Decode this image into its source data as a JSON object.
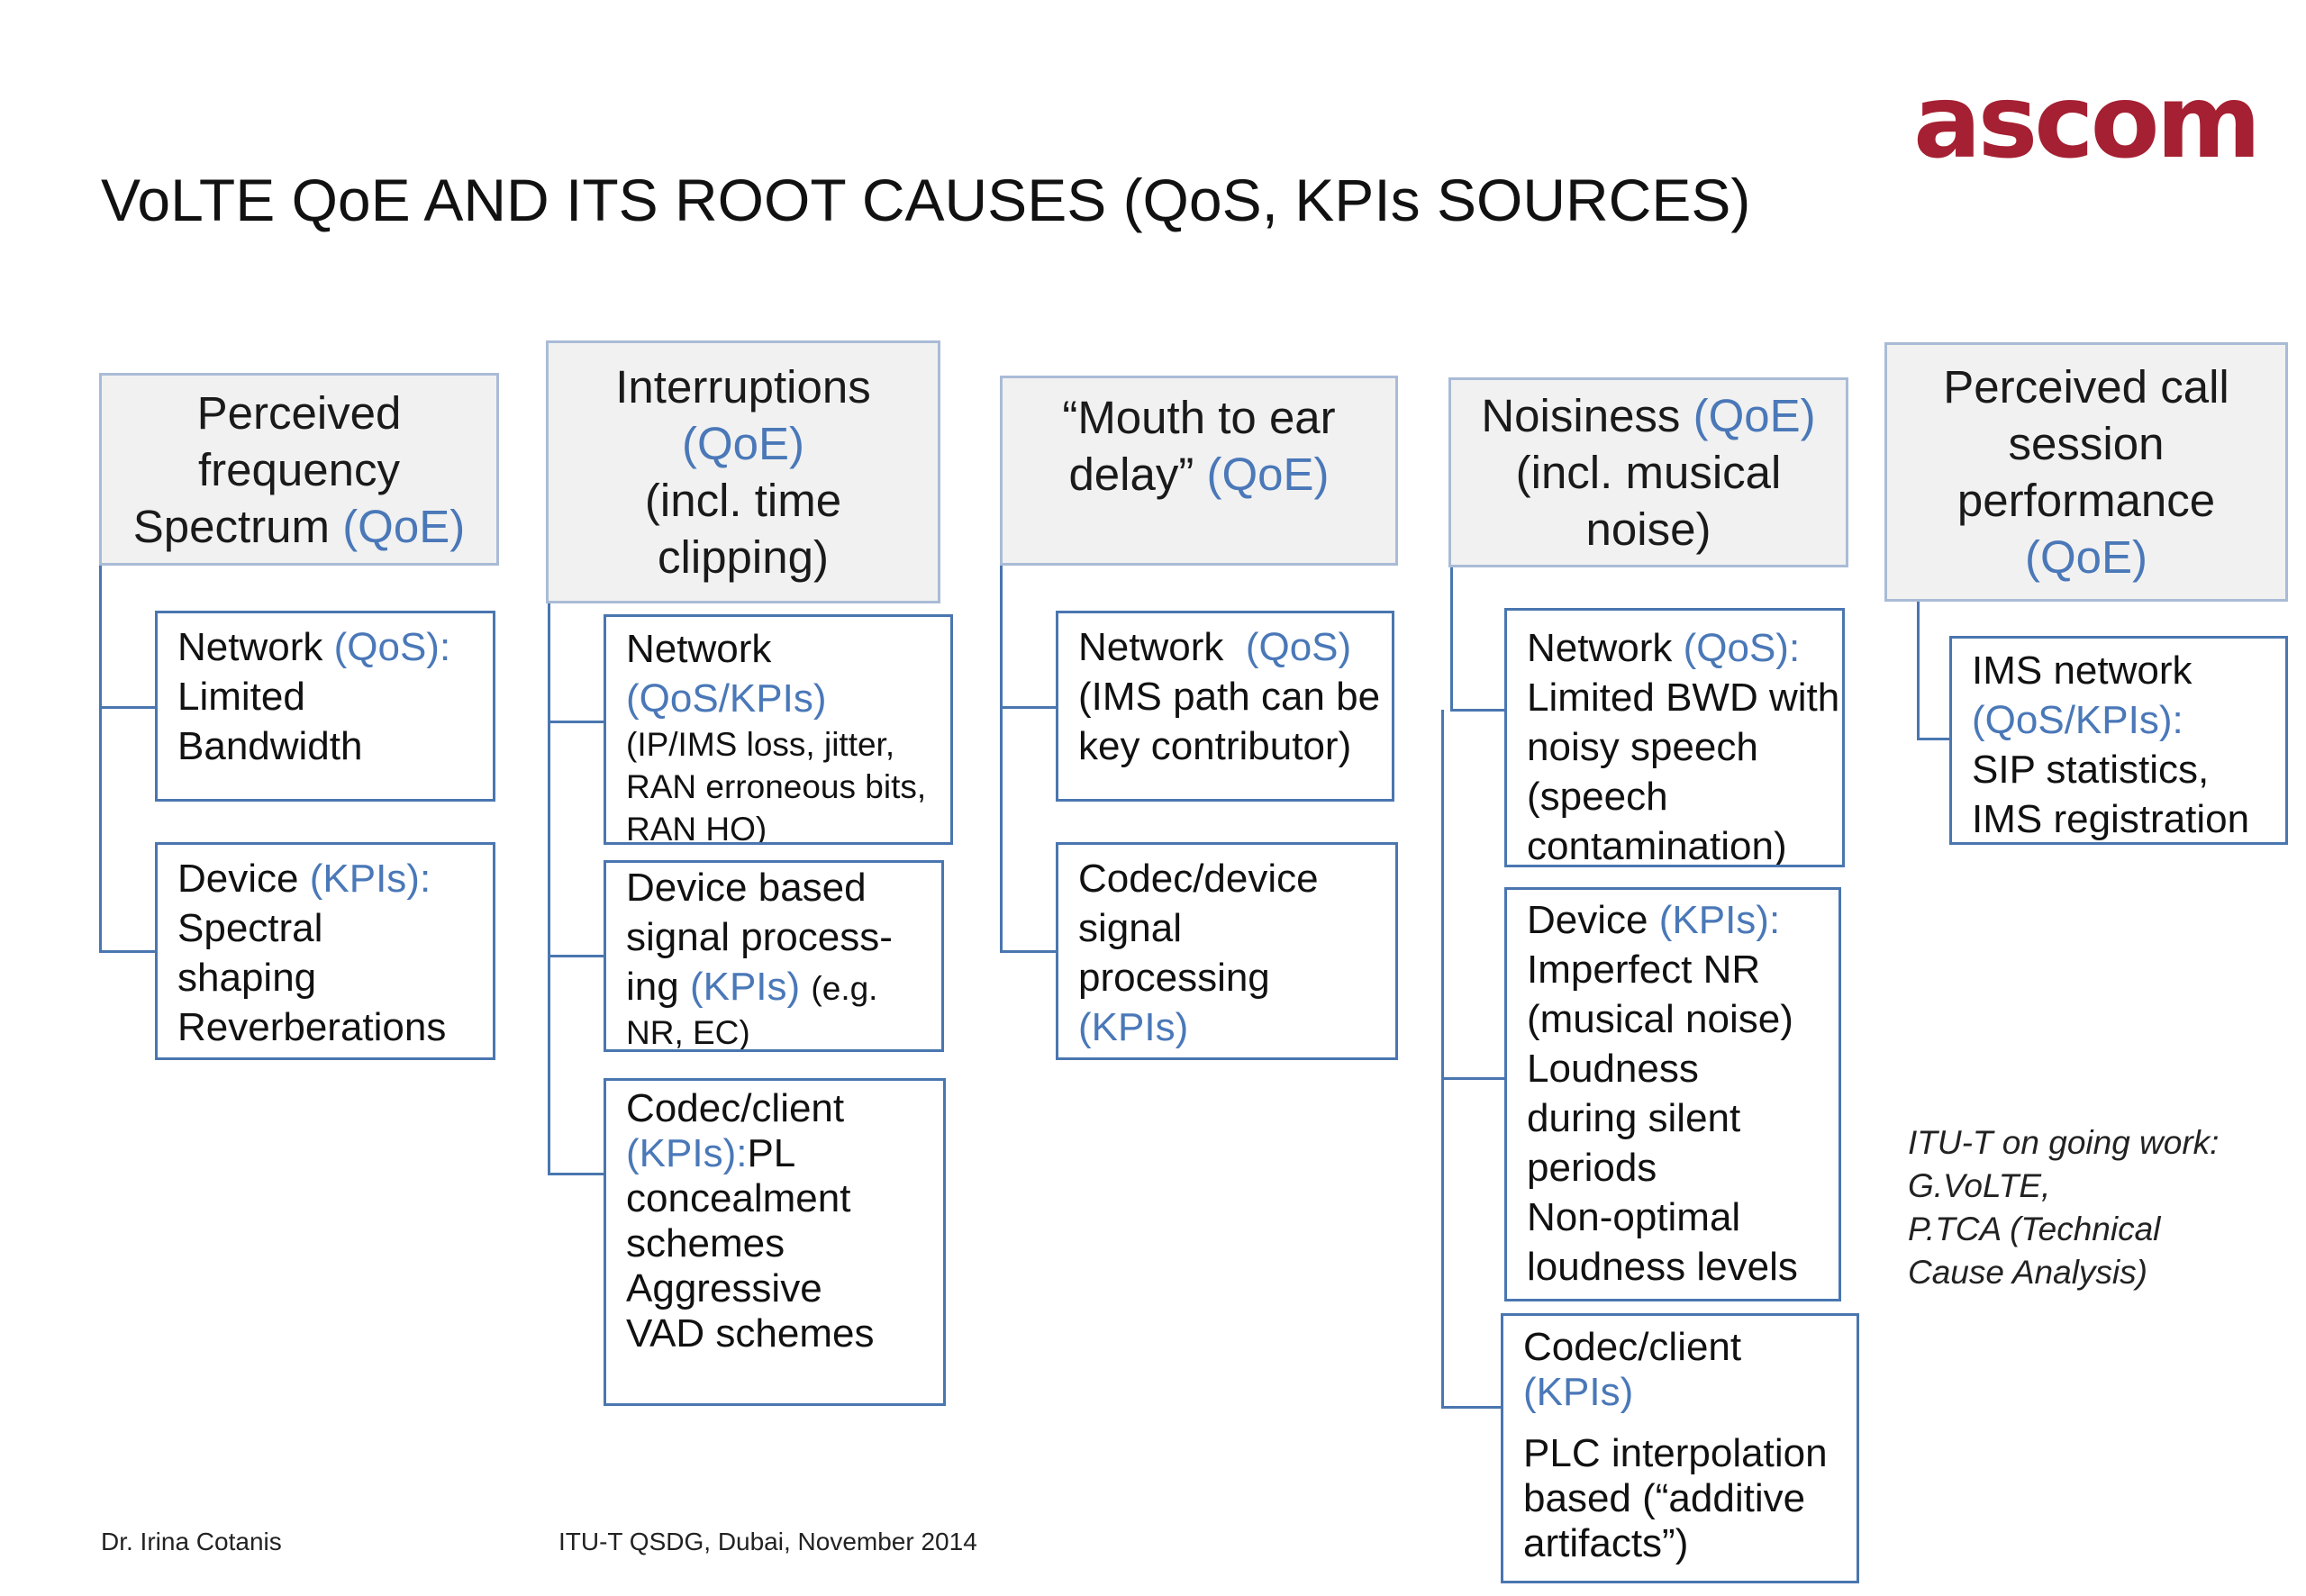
{
  "logo": "ascom",
  "title": "VoLTE QoE AND ITS ROOT CAUSES (QoS, KPIs SOURCES)",
  "tags": {
    "qoe": "(QoE)",
    "qos": "(QoS)",
    "qos_colon": "(QoS):",
    "kpis": "(KPIs)",
    "kpis_colon": "(KPIs):",
    "qos_kpis": "(QoS/KPIs)",
    "qos_kpis_colon": "(QoS/KPIs):"
  },
  "columns": [
    {
      "header": [
        "Perceived",
        "frequency",
        "Spectrum"
      ],
      "causes": [
        {
          "lines": [
            "Network",
            "Limited",
            "Bandwidth"
          ]
        },
        {
          "lines": [
            "Device",
            "Spectral",
            "shaping",
            "Reverberations"
          ]
        }
      ]
    },
    {
      "header": [
        "Interruptions",
        "(incl. time",
        "clipping)"
      ],
      "causes": [
        {
          "lines": [
            "Network",
            "(IP/IMS loss, jitter,",
            "RAN erroneous bits,",
            "RAN HO)"
          ]
        },
        {
          "lines": [
            "Device based",
            "signal process-",
            "ing",
            "(e.g.",
            "NR, EC)"
          ]
        },
        {
          "lines": [
            "Codec/client",
            "PL",
            "concealment",
            "schemes",
            "Aggressive",
            "VAD schemes"
          ]
        }
      ]
    },
    {
      "header": [
        "“Mouth to ear",
        "delay”"
      ],
      "causes": [
        {
          "lines": [
            "Network",
            "(IMS path can be",
            "key contributor)"
          ]
        },
        {
          "lines": [
            "Codec/device",
            "signal",
            "processing"
          ]
        }
      ]
    },
    {
      "header": [
        "Noisiness",
        "(incl. musical",
        "noise)"
      ],
      "causes": [
        {
          "lines": [
            "Network",
            "Limited BWD with",
            "noisy speech",
            "(speech",
            "contamination)"
          ]
        },
        {
          "lines": [
            "Device",
            "Imperfect NR",
            "(musical noise)",
            "Loudness",
            "during silent",
            "periods",
            "Non-optimal",
            "loudness levels"
          ]
        },
        {
          "lines": [
            "Codec/client",
            "PLC interpolation",
            "based (“additive",
            "artifacts”)"
          ]
        }
      ]
    },
    {
      "header": [
        "Perceived call",
        "session",
        "performance"
      ],
      "causes": [
        {
          "lines": [
            "IMS network",
            "SIP statistics,",
            "IMS registration"
          ]
        }
      ]
    }
  ],
  "note": [
    "ITU-T on going work:",
    "G.VoLTE,",
    "P.TCA (Technical",
    "Cause Analysis)"
  ],
  "footer": {
    "author": "Dr. Irina Cotanis",
    "event": "ITU-T QSDG, Dubai, November  2014"
  }
}
